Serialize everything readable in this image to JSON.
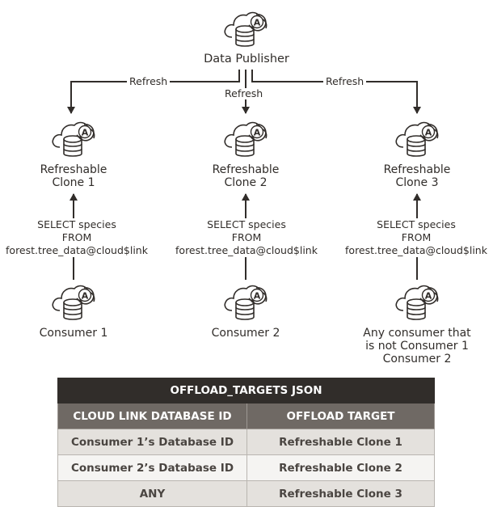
{
  "publisher": {
    "label": "Data Publisher"
  },
  "refresh_label": "Refresh",
  "clones": [
    {
      "line1": "Refreshable",
      "line2": "Clone 1"
    },
    {
      "line1": "Refreshable",
      "line2": "Clone 2"
    },
    {
      "line1": "Refreshable",
      "line2": "Clone 3"
    }
  ],
  "query": {
    "line1": "SELECT species",
    "line2": "FROM",
    "line3": "forest.tree_data@cloud$link"
  },
  "consumers": [
    {
      "label": "Consumer 1"
    },
    {
      "label": "Consumer 2"
    },
    {
      "line1": "Any consumer that",
      "line2": "is not Consumer 1",
      "line3": "Consumer 2"
    }
  ],
  "icon_name": "cloud-database-autonomous-icon",
  "table": {
    "title": "OFFLOAD_TARGETS JSON",
    "headers": [
      "CLOUD LINK DATABASE ID",
      "OFFLOAD TARGET"
    ],
    "rows": [
      [
        "Consumer 1’s Database ID",
        "Refreshable Clone 1"
      ],
      [
        "Consumer 2’s Database ID",
        "Refreshable Clone 2"
      ],
      [
        "ANY",
        "Refreshable Clone 3"
      ]
    ]
  },
  "colors": {
    "ink": "#312d2a",
    "header_dark": "#312d2a",
    "header_mid": "#6f6964",
    "row_shade": "#e4e1dd"
  }
}
